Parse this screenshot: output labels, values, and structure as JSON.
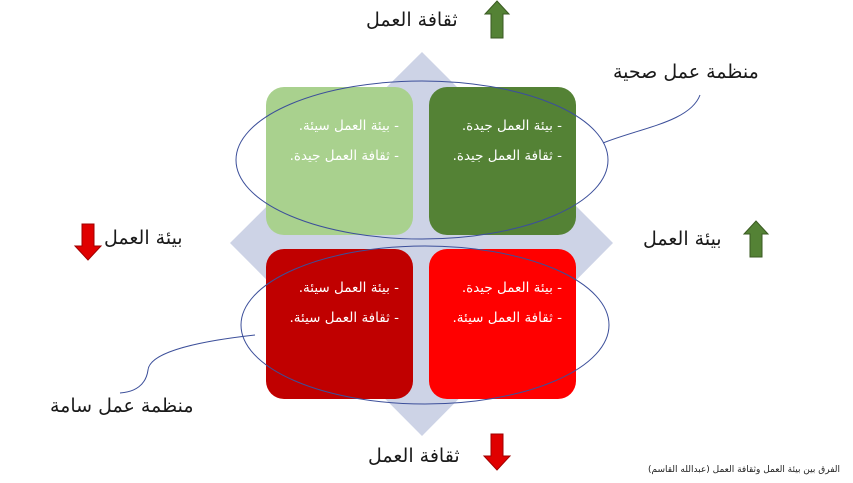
{
  "colors": {
    "diamond": "#cdd3e6",
    "top_right": "#548235",
    "top_left": "#a9d18e",
    "bottom_right": "#ff0000",
    "bottom_left": "#c00000",
    "arrow_up": "#548235",
    "arrow_down": "#e00000",
    "ellipse_stroke": "#3c4f9a"
  },
  "labels": {
    "top": "ثقافة العمل",
    "bottom": "ثقافة العمل",
    "left": "بيئة العمل",
    "right": "بيئة العمل",
    "healthy_org": "منظمة عمل صحية",
    "toxic_org": "منظمة عمل سامة"
  },
  "arrows": {
    "top": "arrow-up-icon",
    "bottom": "arrow-down-icon",
    "left": "arrow-down-icon",
    "right": "arrow-up-icon"
  },
  "quadrants": {
    "top_right": {
      "line1": "- بيئة العمل جيدة.",
      "line2": "- ثقافة العمل جيدة."
    },
    "top_left": {
      "line1": "- بيئة العمل سيئة.",
      "line2": "- ثقافة العمل جيدة."
    },
    "bottom_right": {
      "line1": "- بيئة العمل جيدة.",
      "line2": "- ثقافة العمل سيئة."
    },
    "bottom_left": {
      "line1": "- بيئة العمل سيئة.",
      "line2": "- ثقافة العمل سيئة."
    }
  },
  "caption": "الفرق بين بيئة العمل وثقافة العمل (عبدالله القاسم)"
}
